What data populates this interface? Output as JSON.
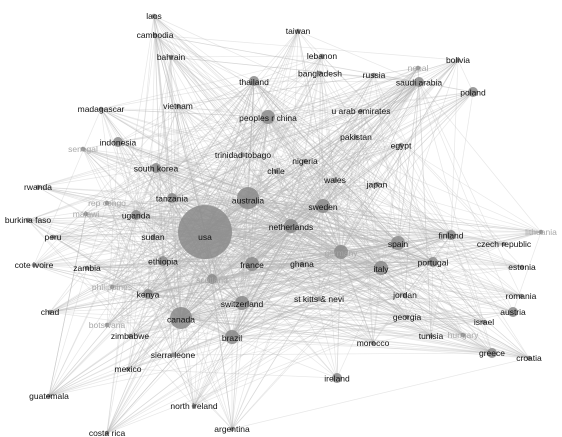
{
  "network": {
    "nodes": [
      {
        "id": "usa",
        "label": "usa",
        "size": "xl",
        "shade": 0.45
      },
      {
        "id": "australia",
        "label": "australia",
        "size": "l",
        "shade": 0.5
      },
      {
        "id": "canada",
        "label": "canada",
        "size": "l",
        "shade": 0.5
      },
      {
        "id": "netherlands",
        "label": "netherlands",
        "size": "m",
        "shade": 0.55
      },
      {
        "id": "sweden",
        "label": "sweden",
        "size": "m",
        "shade": 0.55
      },
      {
        "id": "germany",
        "label": "germany",
        "size": "m",
        "shade": 0.6,
        "faded": true
      },
      {
        "id": "spain",
        "label": "spain",
        "size": "m",
        "shade": 0.5
      },
      {
        "id": "italy",
        "label": "italy",
        "size": "m",
        "shade": 0.45
      },
      {
        "id": "france",
        "label": "france",
        "size": "m",
        "shade": 0.5
      },
      {
        "id": "switzerland",
        "label": "switzerland",
        "size": "m",
        "shade": 0.5
      },
      {
        "id": "brazil",
        "label": "brazil",
        "size": "m",
        "shade": 0.55
      },
      {
        "id": "peoples-r-china",
        "label": "peoples r china",
        "size": "m",
        "shade": 0.5
      },
      {
        "id": "thailand",
        "label": "thailand",
        "size": "s",
        "shade": 0.5
      },
      {
        "id": "saudi-arabia",
        "label": "saudi arabia",
        "size": "s",
        "shade": 0.55
      },
      {
        "id": "portugal",
        "label": "portugal",
        "size": "s",
        "shade": 0.5
      },
      {
        "id": "finland",
        "label": "finland",
        "size": "s",
        "shade": 0.5
      },
      {
        "id": "tanzania",
        "label": "tanzania",
        "size": "s",
        "shade": 0.5
      },
      {
        "id": "scotland",
        "label": "scotland",
        "size": "s",
        "shade": 0.65,
        "faded": true
      },
      {
        "id": "ethiopia",
        "label": "ethiopia",
        "size": "s",
        "shade": 0.5
      },
      {
        "id": "kenya",
        "label": "kenya",
        "size": "s",
        "shade": 0.5
      },
      {
        "id": "south-korea",
        "label": "south korea",
        "size": "s",
        "shade": 0.5
      },
      {
        "id": "uganda",
        "label": "uganda",
        "size": "s",
        "shade": 0.5
      },
      {
        "id": "indonesia",
        "label": "indonesia",
        "size": "s",
        "shade": 0.5
      },
      {
        "id": "poland",
        "label": "poland",
        "size": "s",
        "shade": 0.5
      },
      {
        "id": "ireland",
        "label": "ireland",
        "size": "s",
        "shade": 0.5
      },
      {
        "id": "greece",
        "label": "greece",
        "size": "s",
        "shade": 0.5
      },
      {
        "id": "austria",
        "label": "austria",
        "size": "s",
        "shade": 0.5
      },
      {
        "id": "israel",
        "label": "israel",
        "size": "xs",
        "shade": 0.5
      },
      {
        "id": "japan",
        "label": "japan",
        "size": "xs",
        "shade": 0.5
      },
      {
        "id": "egypt",
        "label": "egypt",
        "size": "xs",
        "shade": 0.55
      },
      {
        "id": "vietnam",
        "label": "vietnam",
        "size": "xs",
        "shade": 0.5
      },
      {
        "id": "bangladesh",
        "label": "bangladesh",
        "size": "xs",
        "shade": 0.5
      },
      {
        "id": "taiwan",
        "label": "taiwan",
        "size": "xs",
        "shade": 0.5
      },
      {
        "id": "laos",
        "label": "laos",
        "size": "xs",
        "shade": 0.5
      },
      {
        "id": "cambodia",
        "label": "cambodia",
        "size": "xs",
        "shade": 0.5
      },
      {
        "id": "bahrain",
        "label": "bahrain",
        "size": "xs",
        "shade": 0.5
      },
      {
        "id": "lebanon",
        "label": "lebanon",
        "size": "xs",
        "shade": 0.5
      },
      {
        "id": "russia",
        "label": "russia",
        "size": "xs",
        "shade": 0.5
      },
      {
        "id": "nepal",
        "label": "nepal",
        "size": "xs",
        "shade": 0.6,
        "faded": true
      },
      {
        "id": "bolivia",
        "label": "bolivia",
        "size": "xs",
        "shade": 0.5
      },
      {
        "id": "u-arab-emirates",
        "label": "u arab emirates",
        "size": "xs",
        "shade": 0.5
      },
      {
        "id": "pakistan",
        "label": "pakistan",
        "size": "xs",
        "shade": 0.5
      },
      {
        "id": "madagascar",
        "label": "madagascar",
        "size": "xs",
        "shade": 0.5
      },
      {
        "id": "senegal",
        "label": "senegal",
        "size": "xs",
        "shade": 0.6,
        "faded": true
      },
      {
        "id": "trinidad-tobago",
        "label": "trinidad tobago",
        "size": "xs",
        "shade": 0.5
      },
      {
        "id": "nigeria",
        "label": "nigeria",
        "size": "xs",
        "shade": 0.5
      },
      {
        "id": "chile",
        "label": "chile",
        "size": "xs",
        "shade": 0.5
      },
      {
        "id": "wales",
        "label": "wales",
        "size": "xs",
        "shade": 0.5
      },
      {
        "id": "rwanda",
        "label": "rwanda",
        "size": "xs",
        "shade": 0.5
      },
      {
        "id": "rep-congo",
        "label": "rep congo",
        "size": "xs",
        "shade": 0.6,
        "faded": true
      },
      {
        "id": "burkina-faso",
        "label": "burkina faso",
        "size": "xs",
        "shade": 0.5
      },
      {
        "id": "malawi",
        "label": "malawi",
        "size": "xs",
        "shade": 0.6,
        "faded": true
      },
      {
        "id": "sudan",
        "label": "sudan",
        "size": "xs",
        "shade": 0.5
      },
      {
        "id": "peru",
        "label": "peru",
        "size": "xs",
        "shade": 0.5
      },
      {
        "id": "cote-ivoire",
        "label": "cote ivoire",
        "size": "xs",
        "shade": 0.5
      },
      {
        "id": "zambia",
        "label": "zambia",
        "size": "xs",
        "shade": 0.5
      },
      {
        "id": "philippines",
        "label": "philippines",
        "size": "xs",
        "shade": 0.6,
        "faded": true
      },
      {
        "id": "ghana",
        "label": "ghana",
        "size": "xs",
        "shade": 0.5
      },
      {
        "id": "chad",
        "label": "chad",
        "size": "xs",
        "shade": 0.5
      },
      {
        "id": "botswana",
        "label": "botswana",
        "size": "xs",
        "shade": 0.6,
        "faded": true
      },
      {
        "id": "zimbabwe",
        "label": "zimbabwe",
        "size": "xs",
        "shade": 0.5
      },
      {
        "id": "st-kitts-nevi",
        "label": "st kitts & nevi",
        "size": "xs",
        "shade": 0.5
      },
      {
        "id": "jordan",
        "label": "jordan",
        "size": "xs",
        "shade": 0.5
      },
      {
        "id": "lithuania",
        "label": "lithuania",
        "size": "xs",
        "shade": 0.6,
        "faded": true
      },
      {
        "id": "czech-republic",
        "label": "czech republic",
        "size": "xs",
        "shade": 0.5
      },
      {
        "id": "estonia",
        "label": "estonia",
        "size": "xs",
        "shade": 0.5
      },
      {
        "id": "romania",
        "label": "romania",
        "size": "xs",
        "shade": 0.5
      },
      {
        "id": "georgia",
        "label": "georgia",
        "size": "xs",
        "shade": 0.5
      },
      {
        "id": "tunisia",
        "label": "tunisia",
        "size": "xs",
        "shade": 0.5
      },
      {
        "id": "hungary",
        "label": "hungary",
        "size": "xs",
        "shade": 0.6,
        "faded": true
      },
      {
        "id": "croatia",
        "label": "croatia",
        "size": "xs",
        "shade": 0.5
      },
      {
        "id": "morocco",
        "label": "morocco",
        "size": "xs",
        "shade": 0.5
      },
      {
        "id": "mexico",
        "label": "mexico",
        "size": "xs",
        "shade": 0.5
      },
      {
        "id": "sierra-leone",
        "label": "sierra leone",
        "size": "xs",
        "shade": 0.5
      },
      {
        "id": "guatemala",
        "label": "guatemala",
        "size": "xs",
        "shade": 0.5
      },
      {
        "id": "north-ireland",
        "label": "north ireland",
        "size": "xs",
        "shade": 0.5
      },
      {
        "id": "costa-rica",
        "label": "costa rica",
        "size": "xs",
        "shade": 0.5
      },
      {
        "id": "argentina",
        "label": "argentina",
        "size": "xs",
        "shade": 0.5
      }
    ]
  }
}
